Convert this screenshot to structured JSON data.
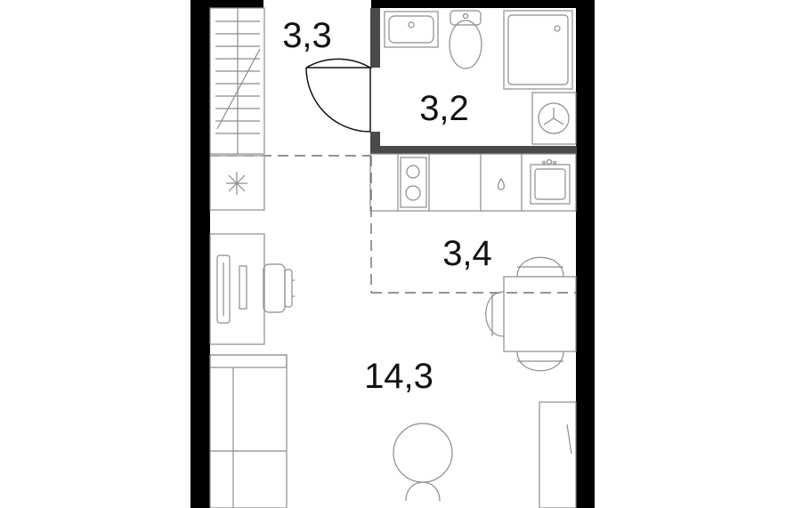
{
  "plan": {
    "rooms": [
      {
        "id": "hallway",
        "area": "3,3"
      },
      {
        "id": "bathroom",
        "area": "3,2"
      },
      {
        "id": "kitchen",
        "area": "3,4"
      },
      {
        "id": "living",
        "area": "14,3"
      }
    ],
    "colors": {
      "wall": "#000000",
      "partition": "#4a4a4a",
      "furniture": "#8c8c8c",
      "background": "#ffffff"
    }
  }
}
